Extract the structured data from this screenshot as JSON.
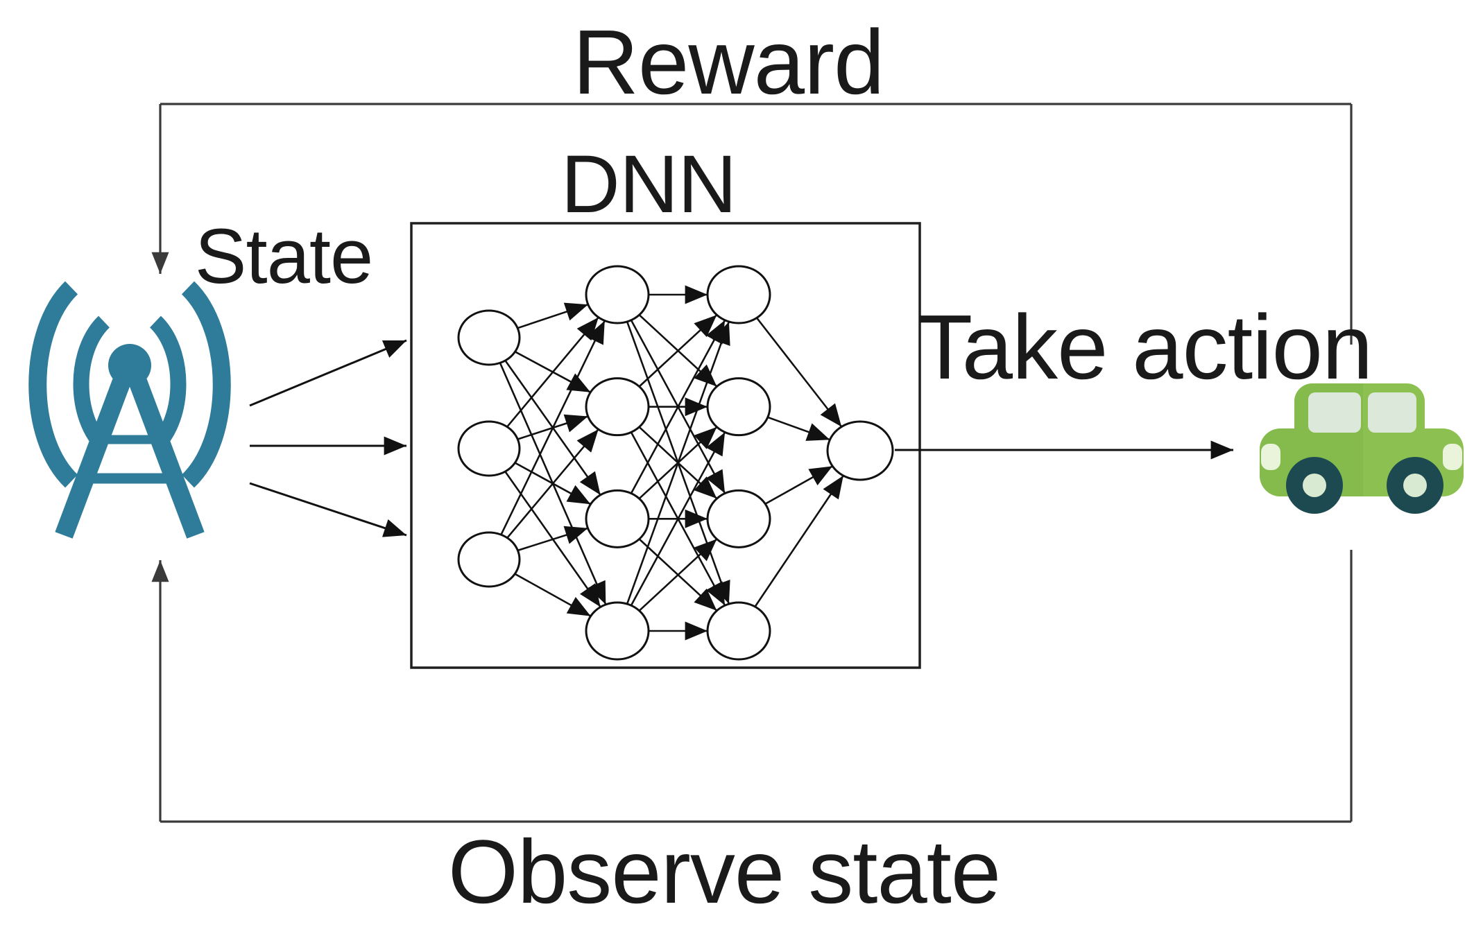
{
  "diagram": {
    "type": "reinforcement-learning-loop",
    "labels": {
      "reward": "Reward",
      "dnn": "DNN",
      "state": "State",
      "take_action": "Take action",
      "observe_state": "Observe state"
    },
    "icons": {
      "agent": "base-station-antenna-icon",
      "environment": "car-icon"
    },
    "network": {
      "layers": [
        3,
        4,
        4,
        1
      ],
      "fully_connected": true
    },
    "arrows": {
      "state_arrows_count": 3,
      "reward_flow": "car to base station (top loop)",
      "observe_flow": "car to base station (bottom loop)",
      "action_flow": "DNN output to car"
    }
  },
  "colors": {
    "background": "#ffffff",
    "line_dark": "#3a3a3a",
    "net_dark": "#111111",
    "box_stroke": "#1f1f1f",
    "antenna_teal": "#2e7c99",
    "car_body_green": "#8cc152",
    "car_body_green_dark": "#7db647",
    "wheel_dark": "#1c4a50",
    "hubcap_pale": "#d8ead2",
    "window_pale": "#dce8da",
    "light_pale": "#e9f4da"
  }
}
